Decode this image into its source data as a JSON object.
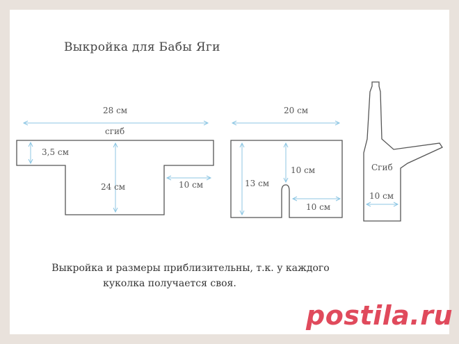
{
  "title": "Выкройка для Бабы Яги",
  "pieces": {
    "body": {
      "width_label": "28 см",
      "fold_label": "сгиб",
      "sleeve_height_label": "3,5 см",
      "height_label": "24 см",
      "cut_label": "10 см"
    },
    "skirt": {
      "width_label": "20 см",
      "height_label": "13 см",
      "slit_label": "10 см",
      "bottom_label": "10 см"
    },
    "sleeve": {
      "fold_label": "Сгиб",
      "width_label": "10 см"
    }
  },
  "note": {
    "line1": "Выкройка и размеры приблизительны, т.к. у каждого",
    "line2": "куколка получается своя."
  },
  "watermark": "postila.ru",
  "colors": {
    "line": "#555555",
    "dimension": "#8cc6e3",
    "watermark": "#e04a5c"
  }
}
